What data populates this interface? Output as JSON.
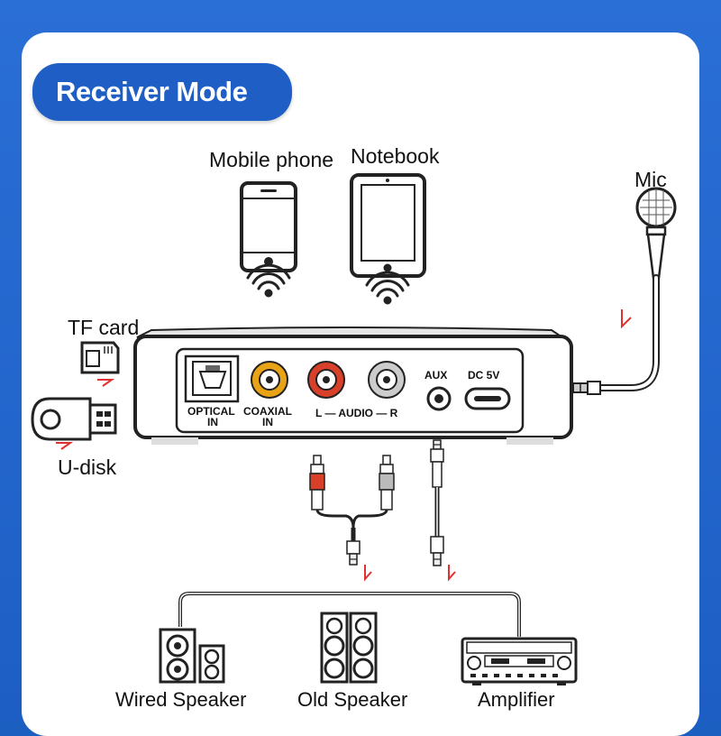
{
  "title": "Receiver Mode",
  "sources": {
    "mobile_phone": "Mobile phone",
    "notebook": "Notebook",
    "mic": "Mic",
    "tf_card": "TF card",
    "u_disk": "U-disk"
  },
  "ports": {
    "optical": "OPTICAL\nIN",
    "optical_line1": "OPTICAL",
    "optical_line2": "IN",
    "coaxial_line1": "COAXIAL",
    "coaxial_line2": "IN",
    "audio": "L — AUDIO — R",
    "aux": "AUX",
    "dc": "DC 5V"
  },
  "outputs": {
    "wired_speaker": "Wired Speaker",
    "old_speaker": "Old Speaker",
    "amplifier": "Amplifier"
  },
  "colors": {
    "accent": "#1f5fc5",
    "arrow": "#e03030",
    "coaxial": "#e8a317",
    "audio_red": "#d9402a"
  }
}
